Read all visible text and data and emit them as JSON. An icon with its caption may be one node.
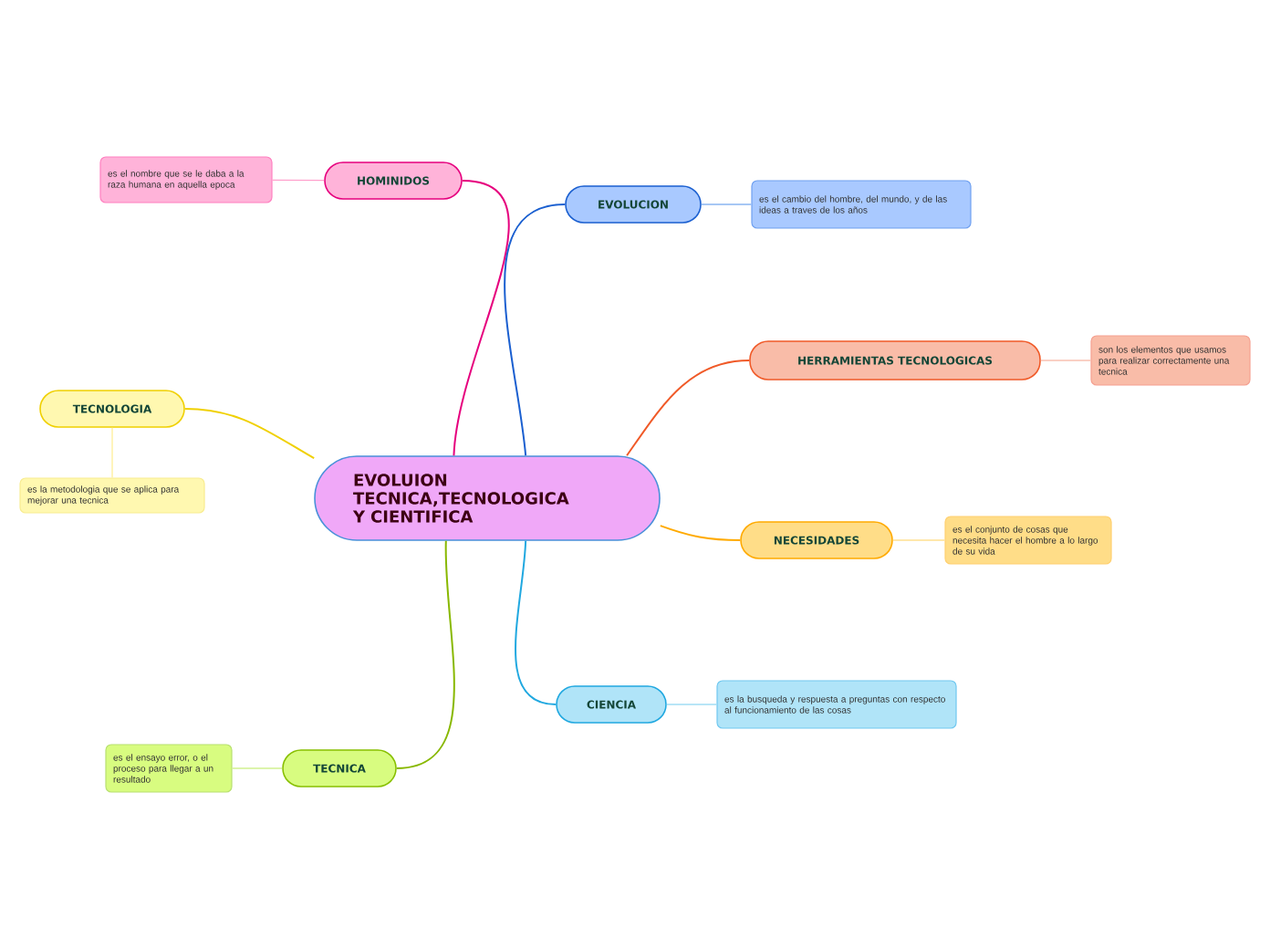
{
  "diagram": {
    "nodes": [
      {
        "text": [
          "EVOLUION TECNICA,TECNOLOGICA Y CIENTIFICA"
        ]
      },
      {
        "text": [
          "HOMINIDOS"
        ]
      },
      {
        "text": [
          "es el nombre que se le daba a la raza humana en aquella epoca"
        ]
      },
      {
        "text": [
          "EVOLUCION"
        ]
      },
      {
        "text": [
          "es el cambio del hombre, del mundo, y de las ideas a traves de los años"
        ]
      },
      {
        "text": [
          "HERRAMIENTAS TECNOLOGICAS"
        ]
      },
      {
        "text": [
          "son los elementos que usamos para realizar correctamente una tecnica"
        ]
      },
      {
        "text": [
          "TECNOLOGIA"
        ]
      },
      {
        "text": [
          "es la metodologia que se aplica para mejorar una tecnica"
        ]
      },
      {
        "text": [
          "NECESIDADES"
        ]
      },
      {
        "text": [
          "es el conjunto de cosas que necesita hacer el hombre a lo largo de su vida"
        ]
      },
      {
        "text": [
          "CIENCIA"
        ]
      },
      {
        "text": [
          "es la busqueda y respuesta a preguntas con respecto al funcionamiento de las cosas"
        ]
      },
      {
        "text": [
          "TECNICA"
        ]
      },
      {
        "text": [
          "es el ensayo error, o el proceso para llegar a un resultado"
        ]
      }
    ],
    "edges": [
      {
        "from": 0,
        "to": 1,
        "arrow": "none",
        "color": "#e6007e"
      },
      {
        "from": 1,
        "to": 2,
        "arrow": "none",
        "color": "#ffa0cc"
      },
      {
        "from": 0,
        "to": 3,
        "arrow": "none",
        "color": "#1a5fd0"
      },
      {
        "from": 3,
        "to": 4,
        "arrow": "none",
        "color": "#8ab4f0"
      },
      {
        "from": 0,
        "to": 5,
        "arrow": "none",
        "color": "#f05a28"
      },
      {
        "from": 5,
        "to": 6,
        "arrow": "none",
        "color": "#f9c0b0"
      },
      {
        "from": 0,
        "to": 7,
        "arrow": "none",
        "color": "#f0d000"
      },
      {
        "from": 7,
        "to": 8,
        "arrow": "none",
        "color": "#fff0a0"
      },
      {
        "from": 0,
        "to": 9,
        "arrow": "none",
        "color": "#ffaa00"
      },
      {
        "from": 9,
        "to": 10,
        "arrow": "none",
        "color": "#ffe090"
      },
      {
        "from": 0,
        "to": 11,
        "arrow": "none",
        "color": "#20a8e0"
      },
      {
        "from": 11,
        "to": 12,
        "arrow": "none",
        "color": "#a0dcf4"
      },
      {
        "from": 0,
        "to": 13,
        "arrow": "none",
        "color": "#88b800"
      },
      {
        "from": 13,
        "to": 14,
        "arrow": "none",
        "color": "#d0f090"
      }
    ]
  }
}
